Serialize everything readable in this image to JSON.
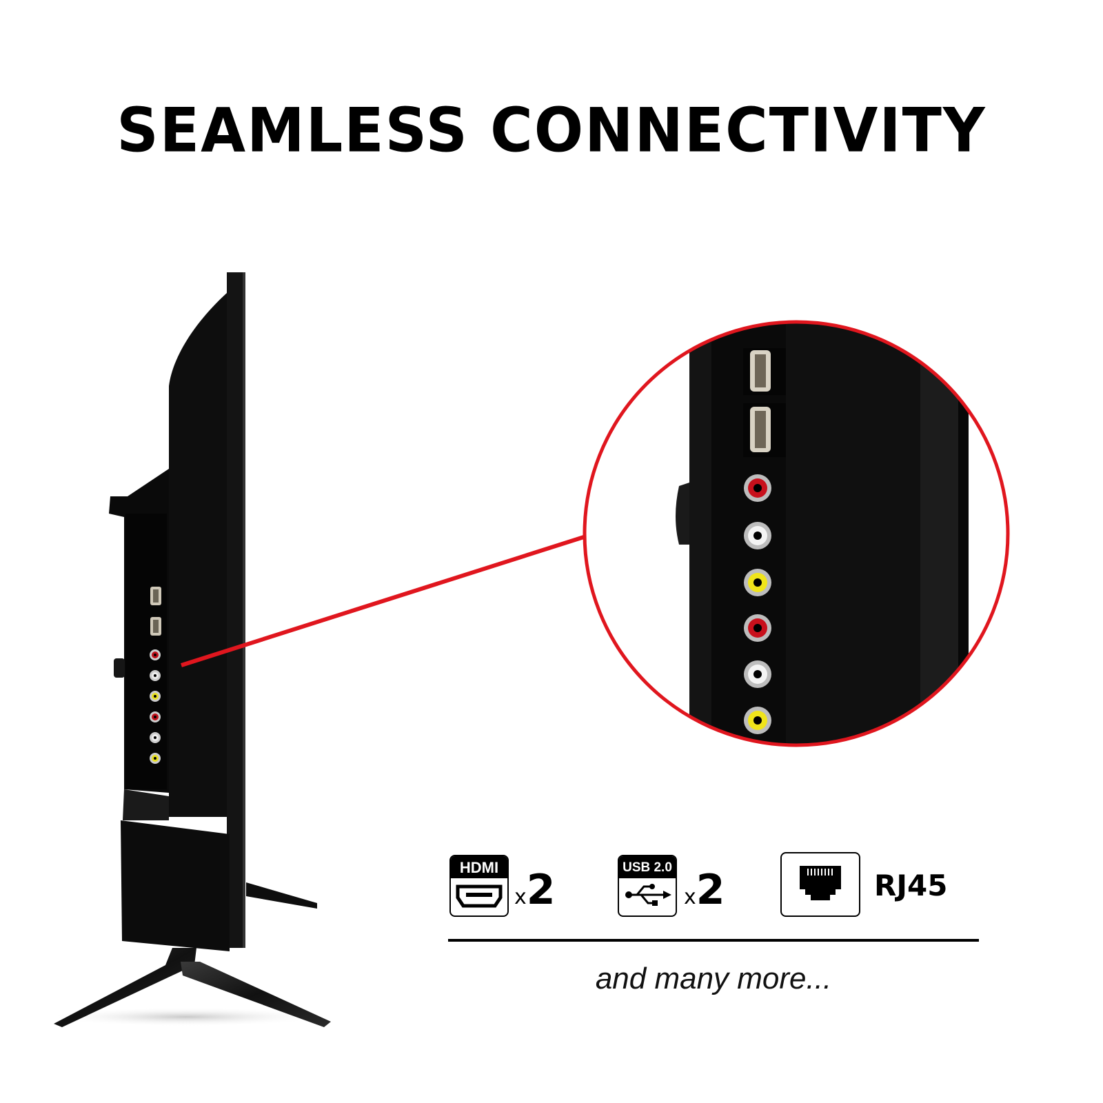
{
  "header": {
    "title": "SEAMLESS CONNECTIVITY"
  },
  "colors": {
    "accent_red": "#e0161e",
    "tv_body": "#0d0d0d",
    "background": "#ffffff"
  },
  "callout": {
    "shape": "magnified-circle",
    "ports_in_zoom": [
      "USB",
      "USB",
      "AV red",
      "AV white",
      "AV yellow",
      "AV red",
      "AV white",
      "AV yellow"
    ]
  },
  "features": [
    {
      "icon": "hdmi-icon",
      "label": "HDMI",
      "multiplier": "x",
      "count": "2"
    },
    {
      "icon": "usb-icon",
      "label": "USB 2.0",
      "multiplier": "x",
      "count": "2"
    },
    {
      "icon": "ethernet-rj45-icon",
      "label": "RJ45"
    }
  ],
  "footer": {
    "more_text": "and many more..."
  }
}
